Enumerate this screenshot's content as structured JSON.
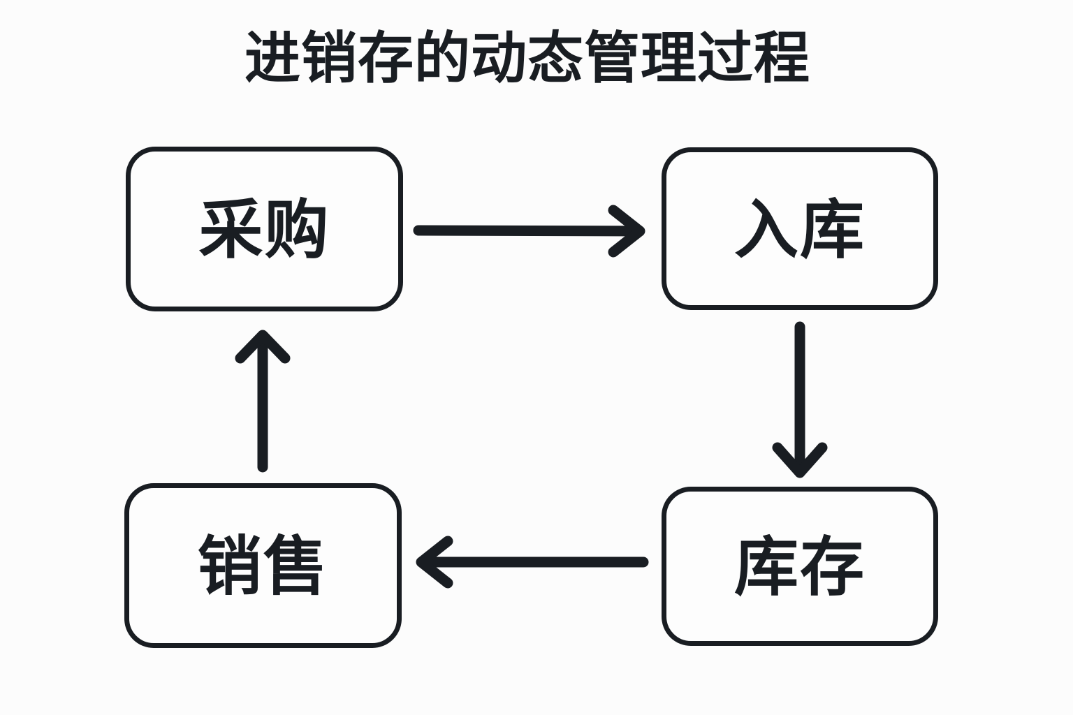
{
  "page": {
    "background_color": "#fcfcfc",
    "ink_color": "#191d22",
    "title": "进销存的动态管理过程"
  },
  "diagram": {
    "type": "cycle-flowchart",
    "orientation": "clockwise",
    "nodes": [
      {
        "id": "purchase",
        "label": "采购",
        "position": "top-left"
      },
      {
        "id": "inbound",
        "label": "入库",
        "position": "top-right"
      },
      {
        "id": "inventory",
        "label": "库存",
        "position": "bottom-right"
      },
      {
        "id": "sales",
        "label": "销售",
        "position": "bottom-left"
      }
    ],
    "edges": [
      {
        "id": "edge-purchase-inbound",
        "from": "采购",
        "to": "入库",
        "direction": "right",
        "label": ""
      },
      {
        "id": "edge-inbound-inventory",
        "from": "入库",
        "to": "库存",
        "direction": "down",
        "label": ""
      },
      {
        "id": "edge-inventory-sales",
        "from": "库存",
        "to": "销售",
        "direction": "left",
        "label": ""
      },
      {
        "id": "edge-sales-purchase",
        "from": "销售",
        "to": "采购",
        "direction": "up",
        "label": ""
      }
    ]
  }
}
